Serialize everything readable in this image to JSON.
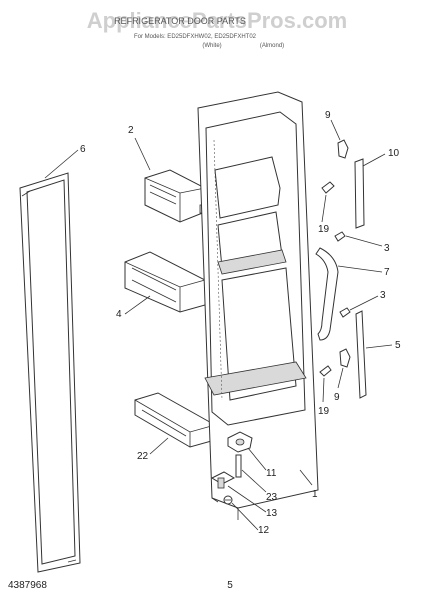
{
  "watermark": "AppliancePartsPros.com",
  "header": {
    "title": "REFRIGERATOR DOOR PARTS",
    "subtitle": "For Models: ED25DFXHW02, ED25DFXHT02",
    "variants": [
      "(White)",
      "(Almond)"
    ]
  },
  "callouts": {
    "c2": "2",
    "c3a": "3",
    "c3b": "3",
    "c4": "4",
    "c5": "5",
    "c6": "6",
    "c7": "7",
    "c9a": "9",
    "c9b": "9",
    "c10": "10",
    "c11": "11",
    "c12": "12",
    "c13": "13",
    "c19a": "19",
    "c19b": "19",
    "c22": "22",
    "c23": "23",
    "c1": "1"
  },
  "footer": {
    "part_number": "4387968",
    "page": "5"
  }
}
